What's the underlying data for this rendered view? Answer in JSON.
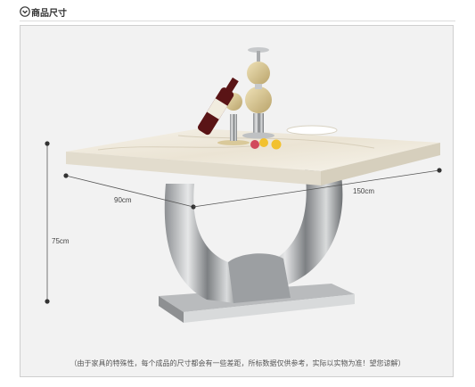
{
  "header": {
    "title": "商品尺寸",
    "icon": "chevron-down-icon"
  },
  "dimensions": {
    "length_label": "150cm",
    "width_label": "90cm",
    "height_label": "75cm"
  },
  "note": "（由于家具的特殊性，每个成品的尺寸都会有一些差距，所标数据仅供参考，实际以实物为准！望您谅解）",
  "colors": {
    "marble": "#efe9dc",
    "steel": "#c9cbcd",
    "dot": "#333333",
    "background": "#f2f2f2"
  }
}
